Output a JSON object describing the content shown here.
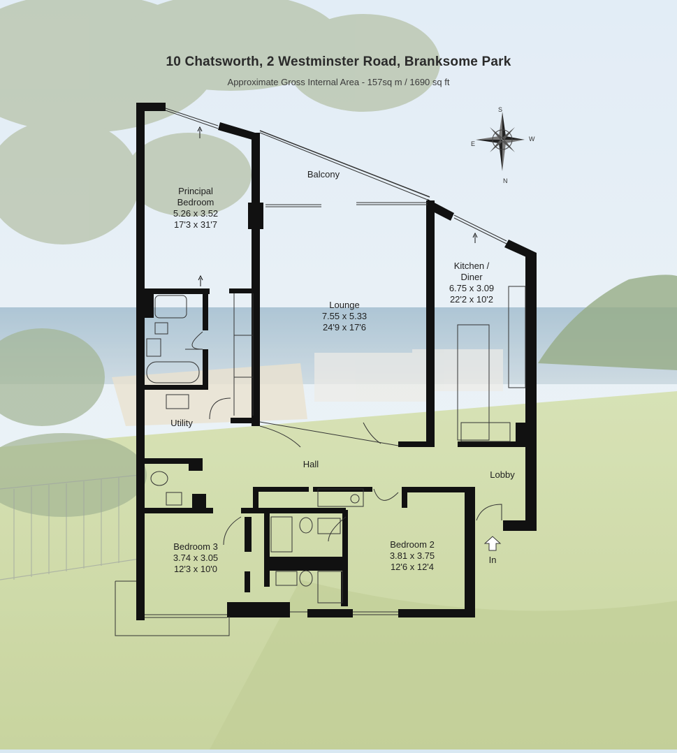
{
  "title": "10 Chatsworth, 2 Westminster Road, Branksome Park",
  "subtitle": "Approximate Gross Internal Area  -   157sq m /  1690 sq ft",
  "compass": {
    "s": "S",
    "e": "E",
    "w": "W",
    "n": "N"
  },
  "rooms": {
    "principal_bedroom": {
      "name1": "Principal",
      "name2": "Bedroom",
      "metric": "5.26 x 3.52",
      "imperial": "17'3 x 31'7"
    },
    "balcony": {
      "name": "Balcony"
    },
    "kitchen": {
      "name1": "Kitchen /",
      "name2": "Diner",
      "metric": "6.75 x 3.09",
      "imperial": "22'2 x 10'2"
    },
    "lounge": {
      "name": "Lounge",
      "metric": "7.55 x 5.33",
      "imperial": "24'9 x 17'6"
    },
    "utility": {
      "name": "Utility"
    },
    "hall": {
      "name": "Hall"
    },
    "lobby": {
      "name": "Lobby"
    },
    "bedroom3": {
      "name": "Bedroom 3",
      "metric": "3.74 x 3.05",
      "imperial": "12'3 x 10'0"
    },
    "bedroom2": {
      "name": "Bedroom 2",
      "metric": "3.81 x 3.75",
      "imperial": "12'6 x 12'4"
    },
    "entrance": {
      "name": "In"
    }
  },
  "colors": {
    "wall": "#111111",
    "sky": "#cfe2f0",
    "sea": "#7fa6bd",
    "grass": "#c3d28f",
    "tree": "#6f8a5a"
  }
}
